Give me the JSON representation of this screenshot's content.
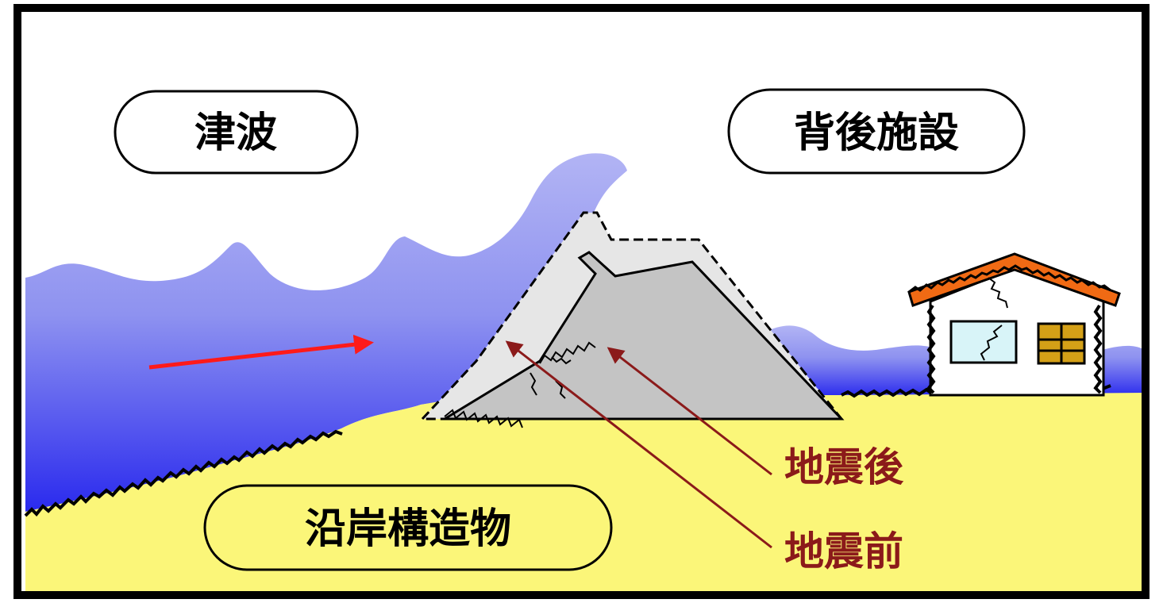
{
  "labels": {
    "tsunami": "津波",
    "backside_facilities": "背後施設",
    "coastal_structure": "沿岸構造物",
    "after_earthquake": "地震後",
    "before_earthquake": "地震前"
  },
  "colors": {
    "sky": "#ffffff",
    "wave_top": "#a8acf2",
    "wave_bottom": "#3434ee",
    "ground": "#fbf679",
    "levee_before": "#e4e4e4",
    "levee_after": "#c2c2c2",
    "flow_arrow": "#ff1a1a",
    "pointer_arrow": "#8b1a1a",
    "roof": "#f06a14",
    "window": "#d8f4f8",
    "door": "#d4a017",
    "frame": "#000000"
  }
}
